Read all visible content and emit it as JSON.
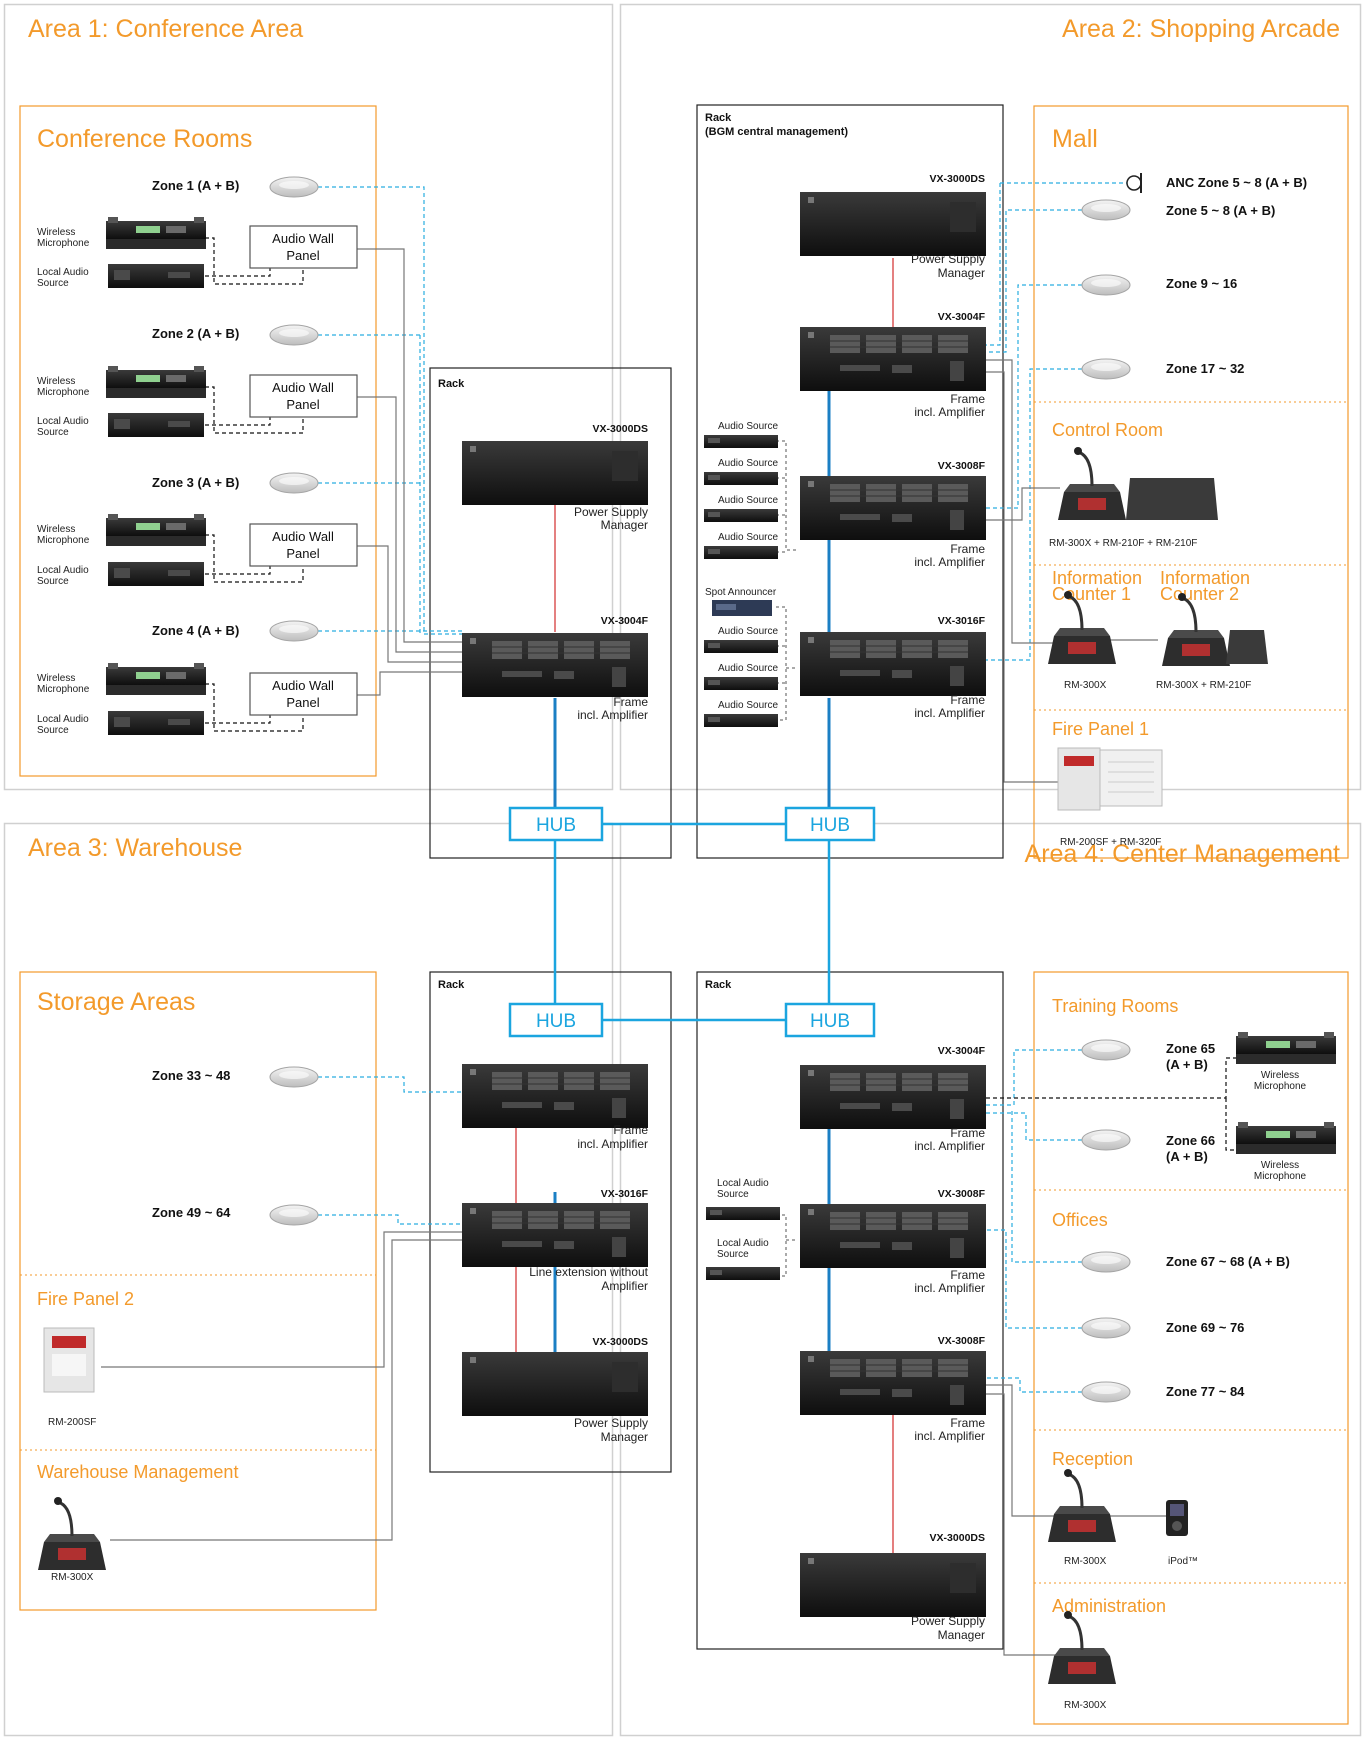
{
  "areas": [
    {
      "title": "Area 1: Conference Area"
    },
    {
      "title": "Area 2: Shopping Arcade"
    },
    {
      "title": "Area 3: Warehouse"
    },
    {
      "title": "Area 4: Center Management"
    }
  ],
  "sections": {
    "conference_rooms": "Conference Rooms",
    "mall": "Mall",
    "control_room": "Control Room",
    "info_counter_1": [
      "Information",
      "Counter 1"
    ],
    "info_counter_2": [
      "Information",
      "Counter 2"
    ],
    "fire_panel_1": "Fire Panel 1",
    "storage_areas": "Storage Areas",
    "fire_panel_2": "Fire Panel 2",
    "warehouse_management": "Warehouse Management",
    "training_rooms": "Training Rooms",
    "offices": "Offices",
    "reception": "Reception",
    "administration": "Administration"
  },
  "zones": {
    "z1": "Zone 1 (A + B)",
    "z2": "Zone 2 (A + B)",
    "z3": "Zone 3 (A + B)",
    "z4": "Zone 4 (A + B)",
    "anc": "ANC Zone 5 ~ 8 (A + B)",
    "z5_8": "Zone 5 ~ 8 (A + B)",
    "z9_16": "Zone 9 ~ 16",
    "z17_32": "Zone 17 ~ 32",
    "z33_48": "Zone 33 ~ 48",
    "z49_64": "Zone 49 ~ 64",
    "z65": [
      "Zone 65",
      "(A + B)"
    ],
    "z66": [
      "Zone 66",
      "(A + B)"
    ],
    "z67_68": "Zone 67 ~ 68 (A + B)",
    "z69_76": "Zone 69 ~ 76",
    "z77_84": "Zone 77 ~ 84"
  },
  "labels": {
    "wireless_mic": [
      "Wireless",
      "Microphone"
    ],
    "local_audio": [
      "Local Audio",
      "Source"
    ],
    "audio_wall_panel": [
      "Audio Wall",
      "Panel"
    ],
    "rack": "Rack",
    "rack_bgm": [
      "Rack",
      "(BGM central management)"
    ],
    "audio_source": "Audio Source",
    "spot_announcer": "Spot Announcer",
    "power_supply": [
      "Power Supply",
      "Manager"
    ],
    "frame_amp": [
      "Frame",
      "incl. Amplifier"
    ],
    "line_ext": [
      "Line extension without",
      "Amplifier"
    ],
    "hub": "HUB",
    "ipod": "iPod™"
  },
  "models": {
    "vx3000ds": "VX-3000DS",
    "vx3004f": "VX-3004F",
    "vx3008f": "VX-3008F",
    "vx3016f": "VX-3016F",
    "rm_control": "RM-300X + RM-210F + RM-210F",
    "rm300x": "RM-300X",
    "rm_info2": "RM-300X + RM-210F",
    "rm_fire1": "RM-200SF + RM-320F",
    "rm200sf": "RM-200SF"
  },
  "colors": {
    "accent": "#f39a2b",
    "network": "#1ba5df",
    "dashed": "#2aaee0",
    "red": "#d22a2a",
    "frame_border": "#222222",
    "area_border": "#d0d0d0"
  }
}
